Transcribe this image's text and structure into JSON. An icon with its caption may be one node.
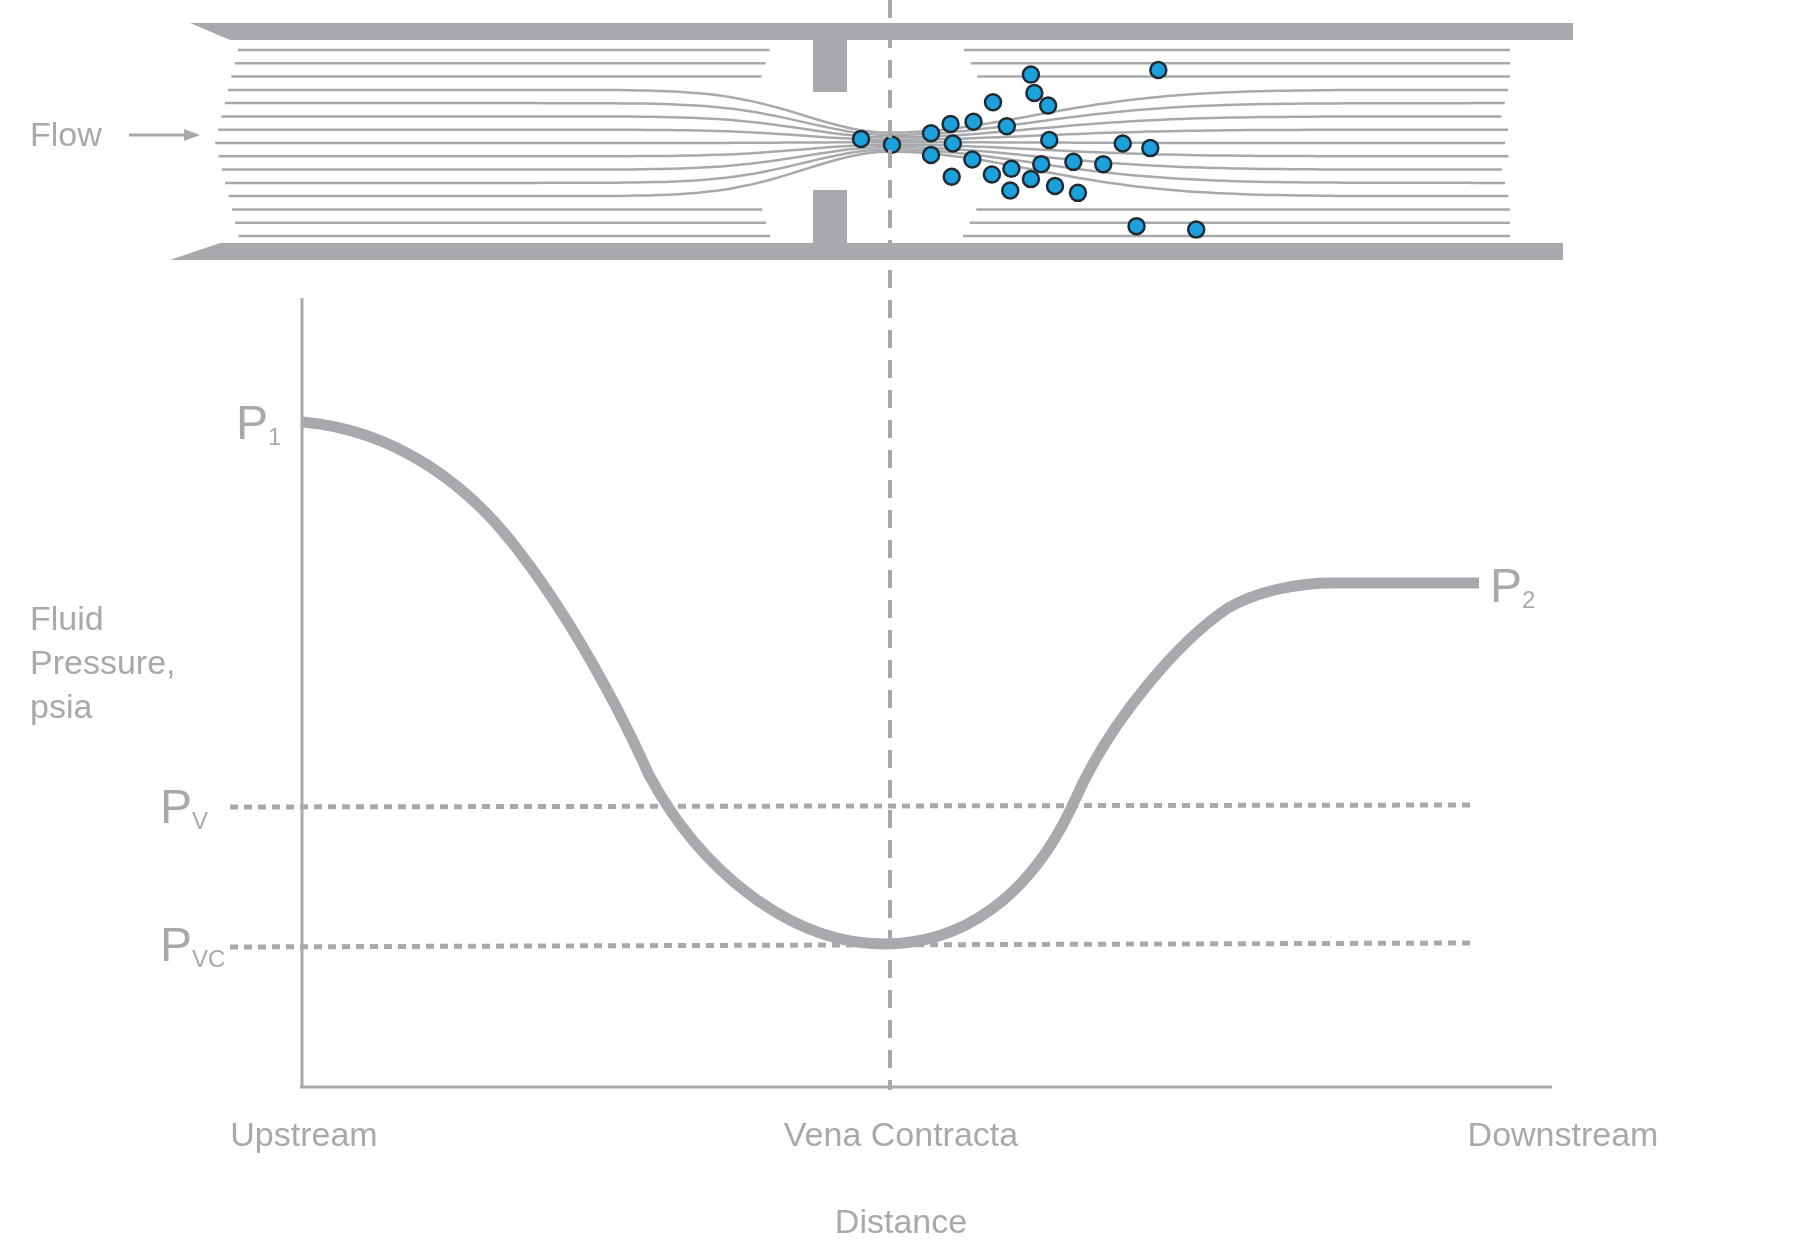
{
  "diagram": {
    "labels": [
      "Flow",
      "P$_{1}$",
      "P$_{2}$",
      "Fluid Pressure, psia",
      "P$_{V}$",
      "P$_{VC}$",
      "Upstream",
      "Vena Contracta",
      "Downstream",
      "Distance"
    ]
  }
}
